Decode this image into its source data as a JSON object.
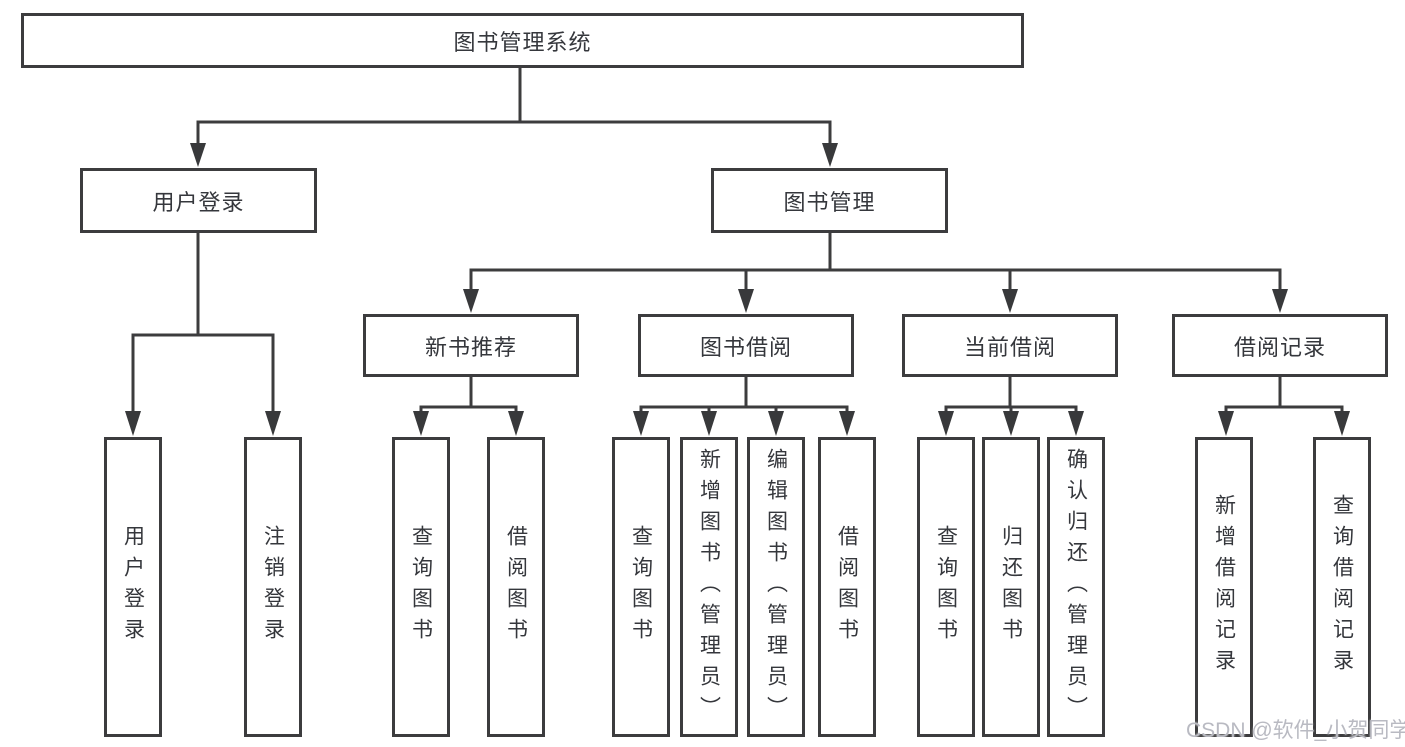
{
  "page": {
    "watermark": "CSDN @软件_小贺同学"
  },
  "colors": {
    "line": "#3c3c3e",
    "box_border": "#3c3c3e",
    "text": "#35373c",
    "watermark": "#b9bac2",
    "background": "#ffffff"
  },
  "diagram": {
    "type": "hierarchy-tree",
    "root": "图书管理系统",
    "branches": [
      "用户登录",
      "图书管理"
    ],
    "modules": [
      "新书推荐",
      "图书借阅",
      "当前借阅",
      "借阅记录"
    ],
    "leaves": {
      "login": [
        "用户登录",
        "注销登录"
      ],
      "recommend": [
        "查询图书",
        "借阅图书"
      ],
      "borrow": [
        "查询图书",
        "新增图书（管理员）",
        "编辑图书（管理员）",
        "借阅图书"
      ],
      "current": [
        "查询图书",
        "归还图书",
        "确认归还（管理员）"
      ],
      "records": [
        "新增借阅记录",
        "查询借阅记录"
      ]
    }
  }
}
